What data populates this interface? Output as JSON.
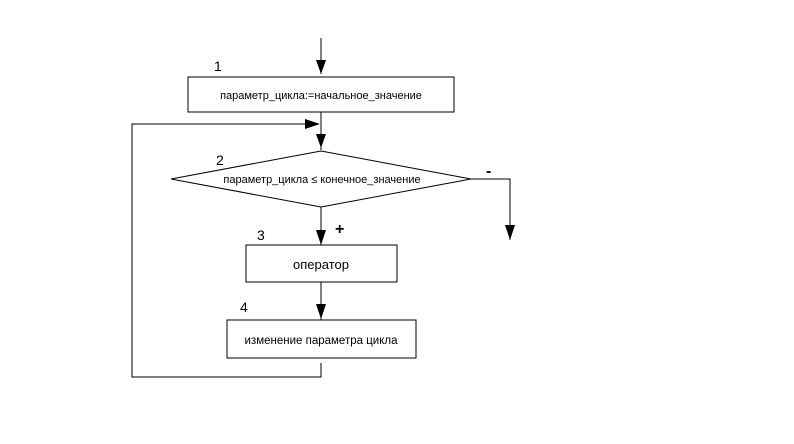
{
  "diagram": {
    "title": "Loop with parameter flowchart",
    "colors": {
      "stroke": "#000000",
      "background": "#ffffff"
    },
    "blocks": [
      {
        "id": "init",
        "number": "1",
        "text": "параметр_цикла:=начальное_значение",
        "shape": "process"
      },
      {
        "id": "cond",
        "number": "2",
        "text": "параметр_цикла ≤ конечное_значение",
        "shape": "decision"
      },
      {
        "id": "body",
        "number": "3",
        "text": "оператор",
        "shape": "process"
      },
      {
        "id": "update",
        "number": "4",
        "text": "изменение параметра цикла",
        "shape": "process"
      }
    ],
    "branches": {
      "true_label": "+",
      "false_label": "-"
    }
  }
}
